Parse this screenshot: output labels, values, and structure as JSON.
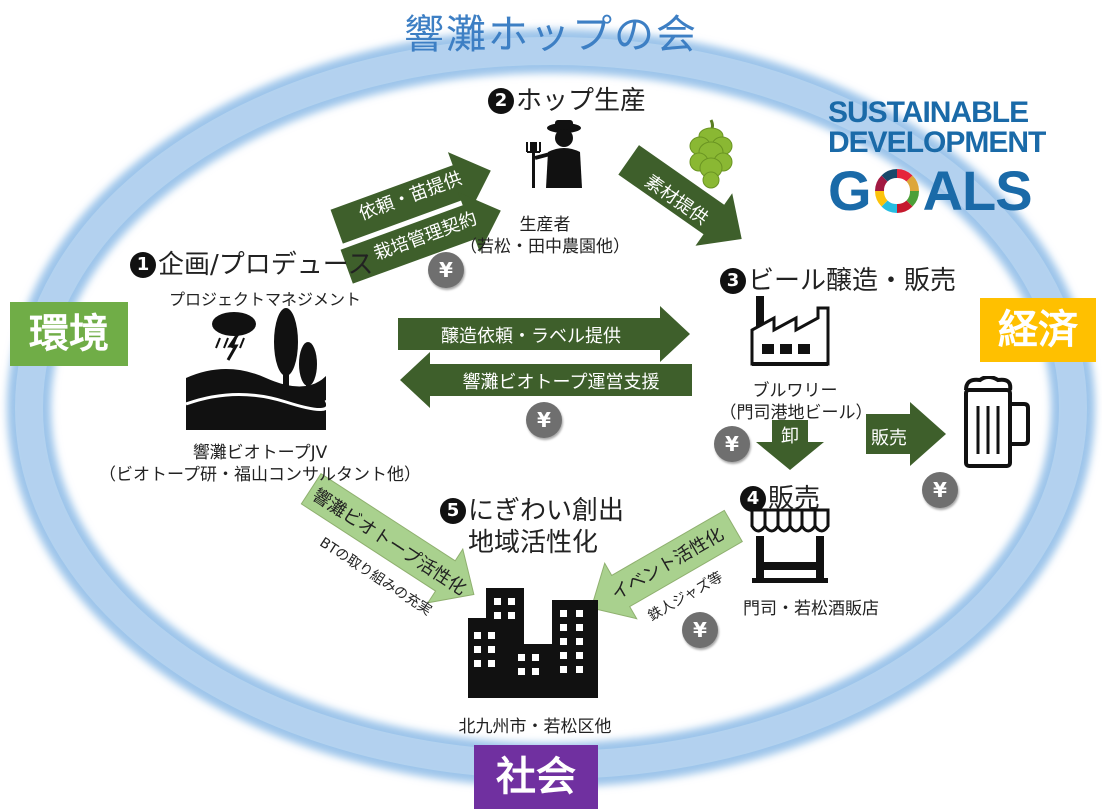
{
  "title": "響灘ホップの会",
  "pillars": {
    "environment": "環境",
    "economy": "経済",
    "society": "社会"
  },
  "steps": {
    "planning": {
      "number": "1",
      "title": "企画/プロデュース",
      "subtitle": "プロジェクトマネジメント",
      "actor": "響灘ビオトープJV",
      "actor_detail": "（ビオトープ研・福山コンサルタント他）"
    },
    "hop_production": {
      "number": "2",
      "title": "ホップ生産",
      "actor": "生産者",
      "actor_detail": "（若松・田中農園他）"
    },
    "brewing": {
      "number": "3",
      "title": "ビール醸造・販売",
      "actor": "ブルワリー",
      "actor_detail": "（門司港地ビール）"
    },
    "sales": {
      "number": "4",
      "title": "販売",
      "actor": "門司・若松酒販店"
    },
    "revitalization": {
      "number": "5",
      "title_line1": "にぎわい創出",
      "title_line2": "地域活性化",
      "actor": "北九州市・若松区他"
    }
  },
  "flows": {
    "request_seedlings": "依頼・苗提供",
    "cultivation_contract": "栽培管理契約",
    "material_supply": "素材提供",
    "brewing_request": "醸造依頼・ラベル提供",
    "operation_support": "響灘ビオトープ運営支援",
    "wholesale": "卸",
    "retail": "販売",
    "biotope_activation": "響灘ビオトープ活性化",
    "biotope_activation_note": "BTの取り組みの充実",
    "event_activation": "イベント活性化",
    "event_activation_note": "鉄人ジャズ等"
  },
  "yen_symbol": "¥",
  "sdgs": {
    "line1": "SUSTAINABLE",
    "line2": "DEVELOPMENT",
    "line3_pre": "G",
    "line3_post": "ALS"
  },
  "colors": {
    "ring": "#9cc4ea",
    "arrow_dark": "#3e5f2b",
    "arrow_light": "#a9d18e",
    "environment": "#70ad47",
    "economy": "#ffc000",
    "society": "#7030a0",
    "sdg_blue": "#1a6aa8",
    "hop": "#8ab833"
  },
  "icons": {
    "farmer": "farmer-icon",
    "hop": "hop-icon",
    "factory": "factory-icon",
    "beer": "beer-mug-icon",
    "shop": "shop-icon",
    "buildings": "buildings-icon",
    "biotope": "biotope-landscape-icon"
  }
}
